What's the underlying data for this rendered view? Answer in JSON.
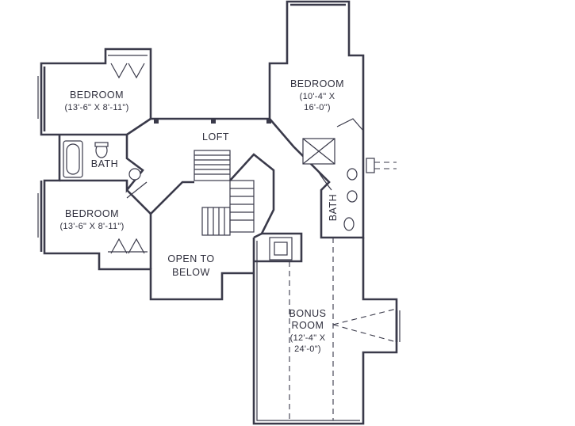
{
  "rooms": {
    "bedroom_nw": {
      "name": "BEDROOM",
      "size": "(13'-6\" X 8'-11\")"
    },
    "bedroom_ne": {
      "name": "BEDROOM",
      "size_line1": "(10'-4\" X",
      "size_line2": "16'-0\")"
    },
    "bedroom_w": {
      "name": "BEDROOM",
      "size": "(13'-6\" X 8'-11\")"
    },
    "bath_w": {
      "name": "BATH"
    },
    "bath_e": {
      "name": "BATH"
    },
    "loft": {
      "name": "LOFT"
    },
    "open_to_below": {
      "line1": "OPEN TO",
      "line2": "BELOW"
    },
    "bonus_room": {
      "name_line1": "BONUS",
      "name_line2": "ROOM",
      "size_line1": "(12'-4\" X",
      "size_line2": "24'-0\")"
    }
  }
}
